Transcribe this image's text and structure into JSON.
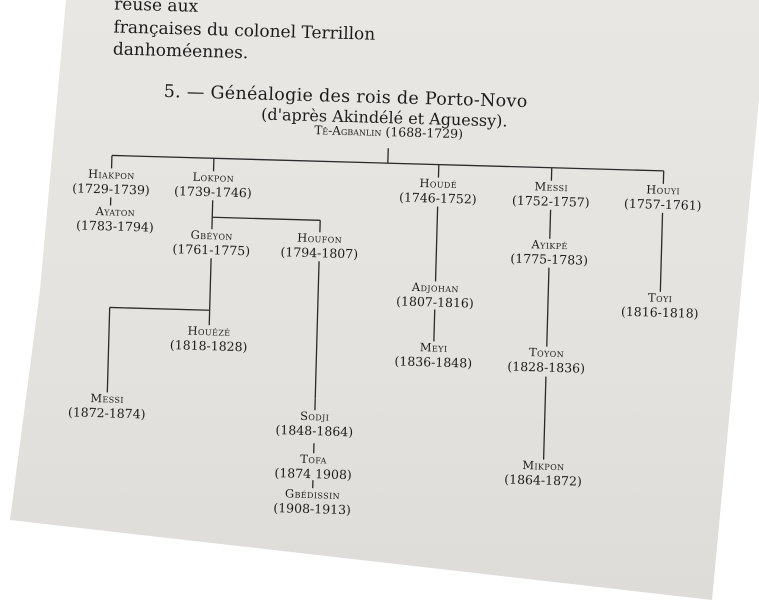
{
  "page": {
    "text_lines": [
      "reuse aux",
      "françaises du colonel Terrillon",
      "danhoméennes."
    ],
    "section_title": "5. — Généalogie des rois de Porto-Novo",
    "section_subtitle": "(d'après Akindélé et Aguessy)."
  },
  "tree": {
    "te_agbanlin": {
      "name": "Tê-Agbanlin",
      "dates": "(1688-1729)"
    },
    "hiakpon": {
      "name": "Hiakpon",
      "dates": "(1729-1739)"
    },
    "ayaton": {
      "name": "Ayaton",
      "dates": "(1783-1794)"
    },
    "lokpon": {
      "name": "Lokpon",
      "dates": "(1739-1746)"
    },
    "gbeyon": {
      "name": "Gbéyon",
      "dates": "(1761-1775)"
    },
    "houfon": {
      "name": "Houfon",
      "dates": "(1794-1807)"
    },
    "houde": {
      "name": "Houdé",
      "dates": "(1746-1752)"
    },
    "messi_1": {
      "name": "Messi",
      "dates": "(1752-1757)"
    },
    "houyi": {
      "name": "Houyi",
      "dates": "(1757-1761)"
    },
    "ayikpe": {
      "name": "Ayikpé",
      "dates": "(1775-1783)"
    },
    "toyi": {
      "name": "Toyi",
      "dates": "(1816-1818)"
    },
    "adjohan": {
      "name": "Adjohan",
      "dates": "(1807-1816)"
    },
    "meyi": {
      "name": "Meyi",
      "dates": "(1836-1848)"
    },
    "toyon": {
      "name": "Toyon",
      "dates": "(1828-1836)"
    },
    "houeze": {
      "name": "Houézé",
      "dates": "(1818-1828)"
    },
    "messi_2": {
      "name": "Messi",
      "dates": "(1872-1874)"
    },
    "sodji": {
      "name": "Sodji",
      "dates": "(1848-1864)"
    },
    "tofa": {
      "name": "Tofa",
      "dates": "(1874 1908)"
    },
    "gbedissin": {
      "name": "Gbédissin",
      "dates": "(1908-1913)"
    },
    "mikpon": {
      "name": "Mikpon",
      "dates": "(1864-1872)"
    }
  }
}
